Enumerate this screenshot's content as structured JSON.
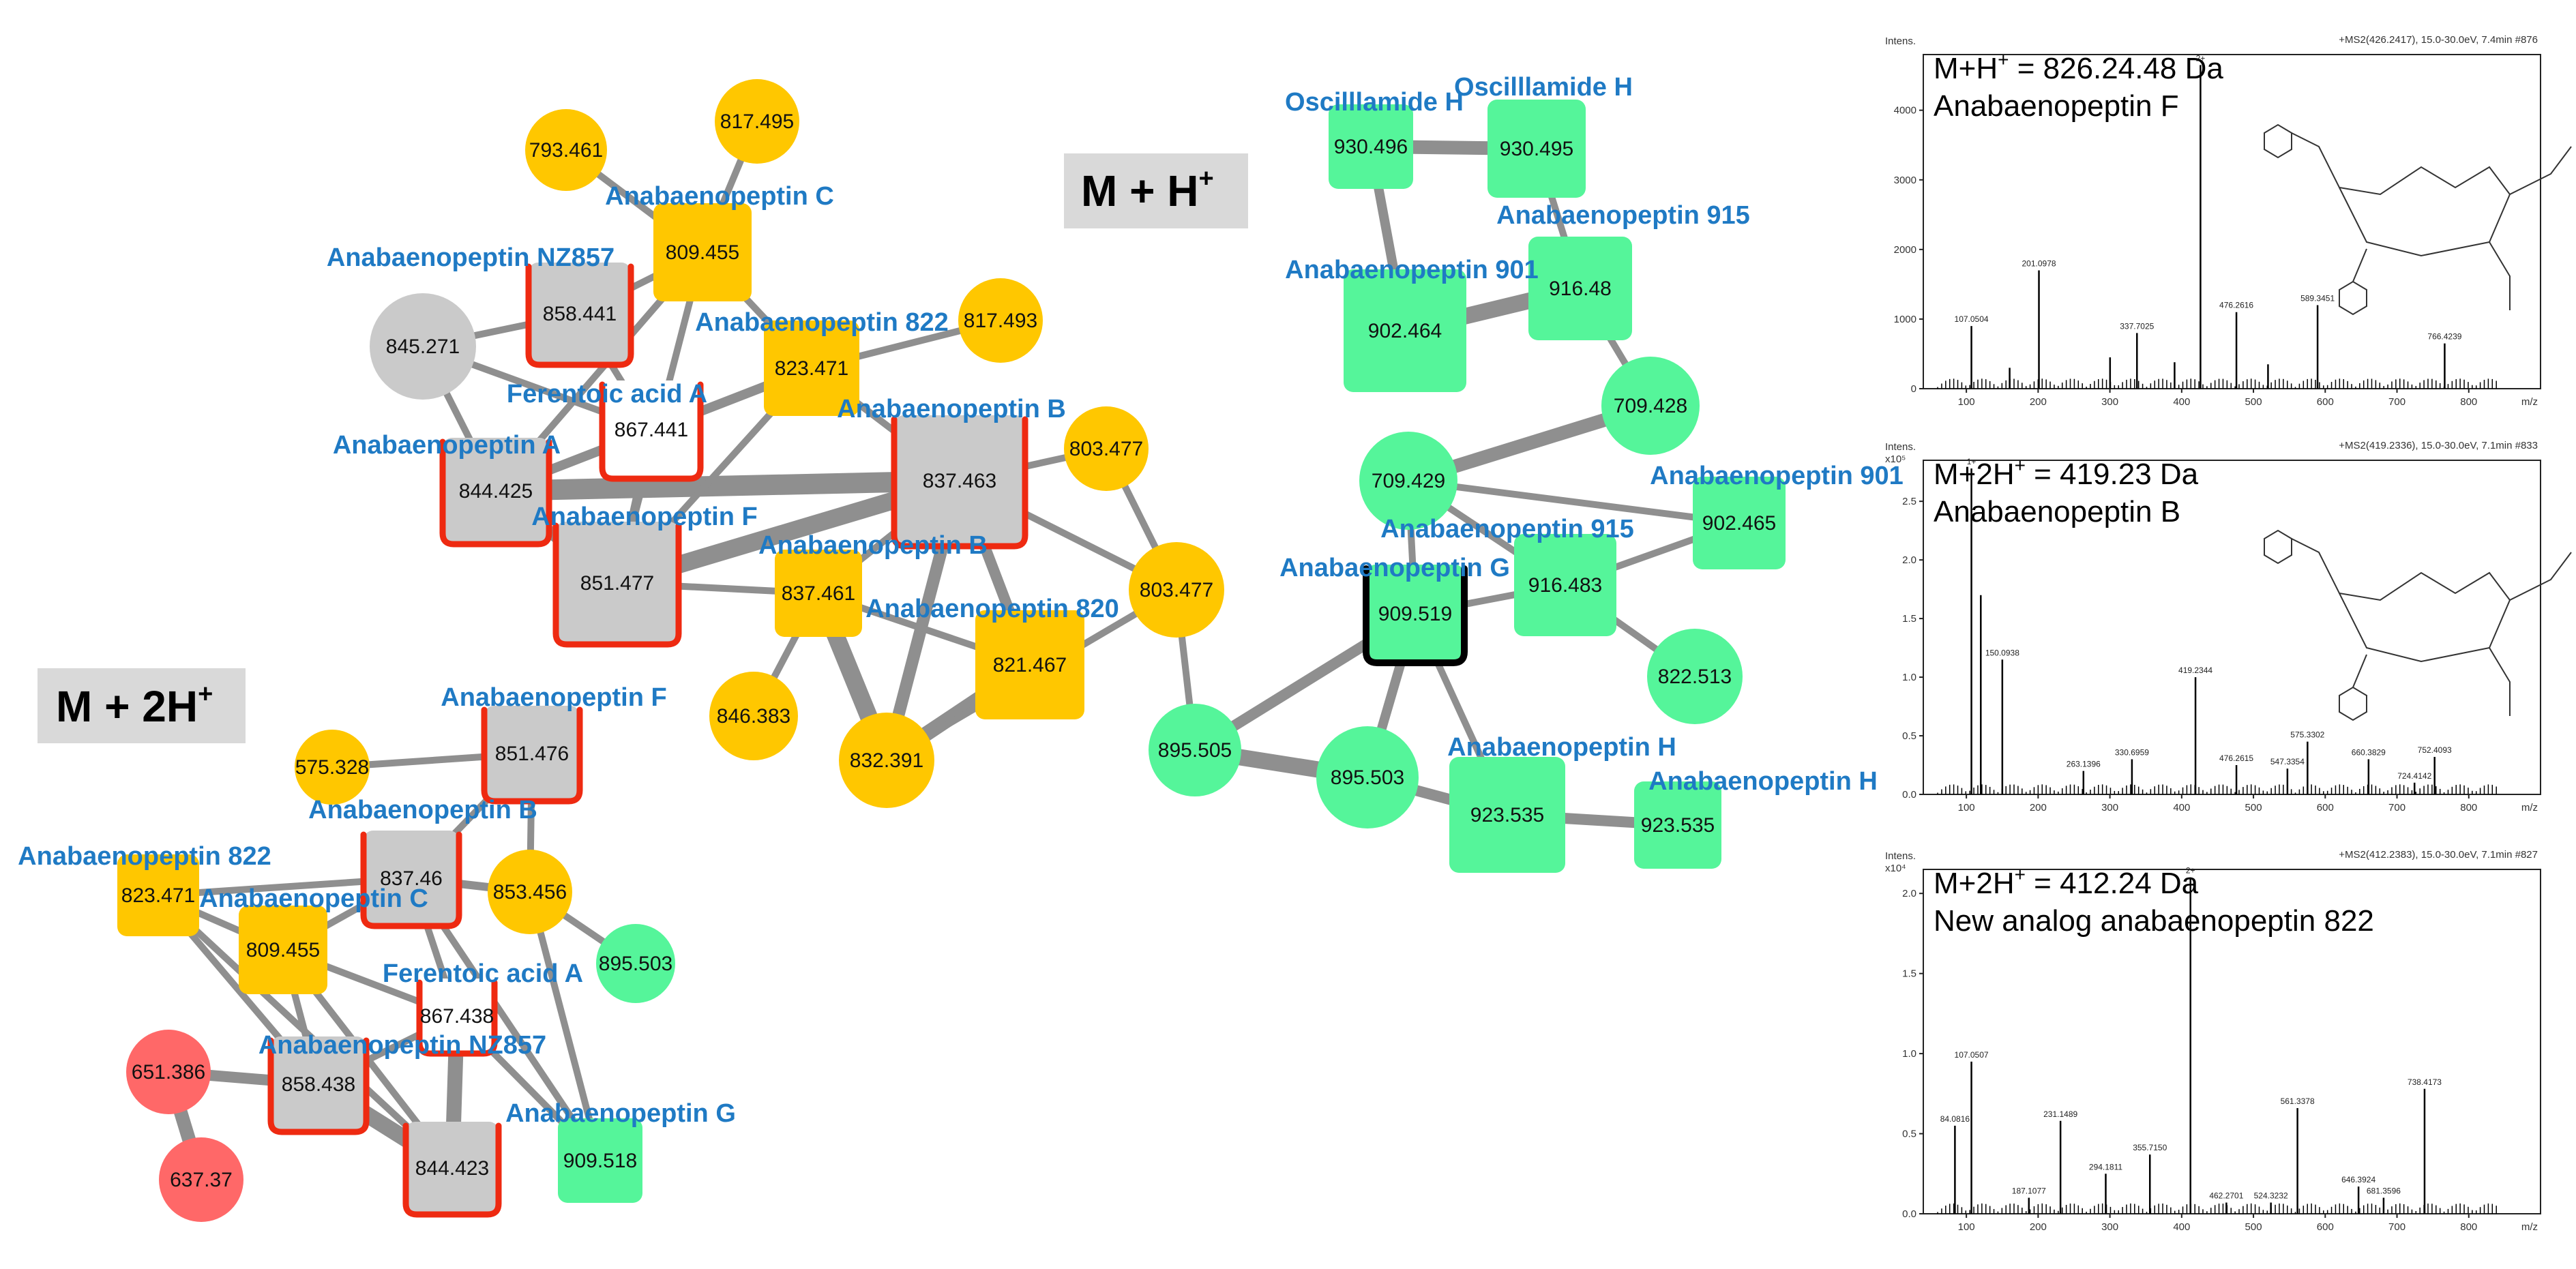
{
  "colors": {
    "gold": "#ffc700",
    "grey": "#cacaca",
    "green": "#55f59a",
    "red": "#ff6868",
    "redBorder": "#ee2a11",
    "blackBorder": "#000000",
    "edge": "#8f8f8f",
    "label": "#1f7ac4"
  },
  "annotations": {
    "mh": {
      "pre": "M + H",
      "sup": "+"
    },
    "m2h": {
      "pre": "M + 2H",
      "sup": "+"
    }
  },
  "network": {
    "nodes": [
      {
        "id": "a1",
        "value": "793.461",
        "shape": "circle",
        "color": "gold"
      },
      {
        "id": "a2",
        "value": "817.495",
        "shape": "circle",
        "color": "gold"
      },
      {
        "id": "a3",
        "value": "809.455",
        "label": "Anabaenopeptin C",
        "shape": "square",
        "color": "gold"
      },
      {
        "id": "a4",
        "value": "858.441",
        "label": "Anabaenopeptin  NZ857",
        "shape": "square",
        "color": "grey",
        "border": "red"
      },
      {
        "id": "a5",
        "value": "845.271",
        "shape": "circle",
        "color": "grey"
      },
      {
        "id": "a6",
        "value": "823.471",
        "label": "Anabaenopeptin 822",
        "shape": "square",
        "color": "gold"
      },
      {
        "id": "a7",
        "value": "817.493",
        "shape": "circle",
        "color": "gold"
      },
      {
        "id": "a8",
        "value": "867.441",
        "label": "Ferentoic  acid A",
        "shape": "square",
        "color": "white",
        "border": "red"
      },
      {
        "id": "a9",
        "value": "844.425",
        "label": "Anabaenopeptin A",
        "shape": "square",
        "color": "grey",
        "border": "red"
      },
      {
        "id": "a10",
        "value": "837.463",
        "label": "Anabaenopeptin B",
        "shape": "square",
        "color": "grey",
        "border": "red"
      },
      {
        "id": "a11",
        "value": "803.477",
        "shape": "circle",
        "color": "gold"
      },
      {
        "id": "a12",
        "value": "851.477",
        "label": "Anabaenopeptin F",
        "shape": "square",
        "color": "grey",
        "border": "red"
      },
      {
        "id": "a13",
        "value": "837.461",
        "label": "Anabaenopeptin B",
        "shape": "square",
        "color": "gold"
      },
      {
        "id": "a14",
        "value": "803.477",
        "shape": "circle",
        "color": "gold"
      },
      {
        "id": "a15",
        "value": "821.467",
        "label": "Anabaenopeptin 820",
        "shape": "square",
        "color": "gold"
      },
      {
        "id": "a16",
        "value": "846.383",
        "shape": "circle",
        "color": "gold"
      },
      {
        "id": "a17",
        "value": "832.391",
        "shape": "circle",
        "color": "gold"
      },
      {
        "id": "g1",
        "value": "930.496",
        "label": "Oscilllamide H",
        "shape": "square",
        "color": "green"
      },
      {
        "id": "g2",
        "value": "930.495",
        "label": "Oscilllamide H",
        "shape": "square",
        "color": "green"
      },
      {
        "id": "g3",
        "value": "902.464",
        "label": "Anabaenopeptin 901",
        "shape": "square",
        "color": "green"
      },
      {
        "id": "g4",
        "value": "916.48",
        "label": "Anabaenopeptin 915",
        "shape": "square",
        "color": "green"
      },
      {
        "id": "g5",
        "value": "709.428",
        "shape": "circle",
        "color": "green"
      },
      {
        "id": "g6",
        "value": "709.429",
        "shape": "circle",
        "color": "green"
      },
      {
        "id": "g7",
        "value": "902.465",
        "label": "Anabaenopeptin 901",
        "shape": "square",
        "color": "green"
      },
      {
        "id": "g8",
        "value": "916.483",
        "label": "Anabaenopeptin 915",
        "shape": "square",
        "color": "green"
      },
      {
        "id": "g9",
        "value": "909.519",
        "label": "Anabaenopeptin G",
        "shape": "square",
        "color": "green",
        "border": "black"
      },
      {
        "id": "g10",
        "value": "822.513",
        "shape": "circle",
        "color": "green"
      },
      {
        "id": "g11",
        "value": "895.505",
        "shape": "circle",
        "color": "green"
      },
      {
        "id": "g12",
        "value": "895.503",
        "shape": "circle",
        "color": "green"
      },
      {
        "id": "g13",
        "value": "923.535",
        "label": "Anabaenopeptin H",
        "shape": "square",
        "color": "green"
      },
      {
        "id": "g14",
        "value": "923.535",
        "label": "Anabaenopeptin H",
        "shape": "square",
        "color": "green"
      },
      {
        "id": "b1",
        "value": "575.328",
        "shape": "circle",
        "color": "gold"
      },
      {
        "id": "b2",
        "value": "851.476",
        "label": "Anabaenopeptin F",
        "shape": "square",
        "color": "grey",
        "border": "red"
      },
      {
        "id": "b3",
        "value": "837.46",
        "label": "Anabaenopeptin B",
        "shape": "square",
        "color": "grey",
        "border": "red"
      },
      {
        "id": "b4",
        "value": "853.456",
        "shape": "circle",
        "color": "gold"
      },
      {
        "id": "b5",
        "value": "823.471",
        "label": "Anabaenopeptin 822",
        "shape": "square",
        "color": "gold"
      },
      {
        "id": "b6",
        "value": "809.455",
        "label": "Anabaenopeptin C",
        "shape": "square",
        "color": "gold"
      },
      {
        "id": "b7",
        "value": "895.503",
        "shape": "circle",
        "color": "green"
      },
      {
        "id": "b8",
        "value": "867.438",
        "label": "Ferentoic acid A",
        "shape": "square",
        "color": "white",
        "border": "red"
      },
      {
        "id": "b9",
        "value": "651.386",
        "shape": "circle",
        "color": "red"
      },
      {
        "id": "b10",
        "value": "858.438",
        "label": "Anabaenopeptin NZ857",
        "shape": "square",
        "color": "grey",
        "border": "red"
      },
      {
        "id": "b11",
        "value": "844.423",
        "shape": "square",
        "color": "grey",
        "border": "red"
      },
      {
        "id": "b12",
        "value": "637.37",
        "shape": "circle",
        "color": "red"
      },
      {
        "id": "b13",
        "value": "909.518",
        "label": "Anabaenopeptin G",
        "shape": "square",
        "color": "green"
      }
    ],
    "edges": [
      [
        "a1",
        "a3"
      ],
      [
        "a2",
        "a3"
      ],
      [
        "a3",
        "a4"
      ],
      [
        "a3",
        "a6"
      ],
      [
        "a3",
        "a9"
      ],
      [
        "a3",
        "a12"
      ],
      [
        "a4",
        "a5"
      ],
      [
        "a4",
        "a8"
      ],
      [
        "a5",
        "a9"
      ],
      [
        "a5",
        "a8"
      ],
      [
        "a6",
        "a7"
      ],
      [
        "a6",
        "a10"
      ],
      [
        "a6",
        "a9"
      ],
      [
        "a8",
        "a9"
      ],
      [
        "a8",
        "a12"
      ],
      [
        "a9",
        "a12"
      ],
      [
        "a9",
        "a10"
      ],
      [
        "a10",
        "a12"
      ],
      [
        "a10",
        "a13"
      ],
      [
        "a10",
        "a15"
      ],
      [
        "a10",
        "a17"
      ],
      [
        "a10",
        "a11"
      ],
      [
        "a10",
        "a14"
      ],
      [
        "a13",
        "a16"
      ],
      [
        "a13",
        "a17"
      ],
      [
        "a13",
        "a15"
      ],
      [
        "a15",
        "a17"
      ],
      [
        "a14",
        "a17"
      ],
      [
        "a11",
        "a14"
      ],
      [
        "a14",
        "g11"
      ],
      [
        "a13",
        "a12"
      ],
      [
        "a6",
        "a12"
      ],
      [
        "g1",
        "g2"
      ],
      [
        "g1",
        "g3"
      ],
      [
        "g2",
        "g4"
      ],
      [
        "g3",
        "g4"
      ],
      [
        "g4",
        "g5"
      ],
      [
        "g5",
        "g6"
      ],
      [
        "g6",
        "g7"
      ],
      [
        "g6",
        "g8"
      ],
      [
        "g6",
        "g9"
      ],
      [
        "g7",
        "g8"
      ],
      [
        "g8",
        "g10"
      ],
      [
        "g9",
        "g11"
      ],
      [
        "g9",
        "g12"
      ],
      [
        "g9",
        "g13"
      ],
      [
        "g11",
        "g12"
      ],
      [
        "g12",
        "g13"
      ],
      [
        "g13",
        "g14"
      ],
      [
        "g8",
        "g9"
      ],
      [
        "b1",
        "b2"
      ],
      [
        "b2",
        "b3"
      ],
      [
        "b2",
        "b4"
      ],
      [
        "b3",
        "b5"
      ],
      [
        "b3",
        "b6"
      ],
      [
        "b3",
        "b4"
      ],
      [
        "b3",
        "b8"
      ],
      [
        "b4",
        "b7"
      ],
      [
        "b4",
        "b13"
      ],
      [
        "b5",
        "b6"
      ],
      [
        "b5",
        "b10"
      ],
      [
        "b5",
        "b11"
      ],
      [
        "b6",
        "b8"
      ],
      [
        "b6",
        "b10"
      ],
      [
        "b6",
        "b11"
      ],
      [
        "b8",
        "b11"
      ],
      [
        "b8",
        "b10"
      ],
      [
        "b9",
        "b10"
      ],
      [
        "b9",
        "b12"
      ],
      [
        "b10",
        "b11"
      ],
      [
        "b8",
        "b13"
      ],
      [
        "b3",
        "b13"
      ]
    ]
  },
  "spectra": [
    {
      "formula": {
        "pre": "M+H",
        "sup": "+",
        "post": " = 826.24.48 Da"
      },
      "name": "Anabaenopeptin F",
      "header": "+MS2(426.2417), 15.0-30.0eV, 7.4min #876",
      "intensLabel": "Intens.",
      "yticks": [
        "0",
        "1000",
        "2000",
        "3000",
        "4000"
      ],
      "ymax": 4800,
      "xticks": [
        "100",
        "200",
        "300",
        "400",
        "500",
        "600",
        "700",
        "800"
      ],
      "xunit": "m/z",
      "peaks": [
        [
          107.05,
          900,
          "107.0504"
        ],
        [
          201.1,
          1700,
          "201.0978"
        ],
        [
          337.7,
          800,
          "337.7025"
        ],
        [
          426.2,
          4650,
          "2+"
        ],
        [
          476.26,
          1100,
          "476.2616"
        ],
        [
          589.35,
          1200,
          "589.3451"
        ],
        [
          766.42,
          650,
          "766.4239"
        ],
        [
          300.2,
          450,
          ""
        ],
        [
          390.1,
          380,
          ""
        ],
        [
          520.3,
          350,
          ""
        ],
        [
          160.3,
          300,
          ""
        ]
      ]
    },
    {
      "formula": {
        "pre": "M+2H",
        "sup": "+",
        "post": " = 419.23 Da"
      },
      "name": "Anabaenopeptin B",
      "header": "+MS2(419.2336), 15.0-30.0eV, 7.1min #833",
      "intensLabel": "Intens.",
      "yexp": "x10⁵",
      "yticks": [
        "0.0",
        "0.5",
        "1.0",
        "1.5",
        "2.0",
        "2.5"
      ],
      "ymax": 2.85,
      "xticks": [
        "100",
        "200",
        "300",
        "400",
        "500",
        "600",
        "700",
        "800"
      ],
      "xunit": "m/z",
      "peaks": [
        [
          107.05,
          2.78,
          "1+"
        ],
        [
          120.1,
          1.7,
          ""
        ],
        [
          150.09,
          1.15,
          "150.0938"
        ],
        [
          263.14,
          0.2,
          "263.1396"
        ],
        [
          330.7,
          0.3,
          "330.6959"
        ],
        [
          419.23,
          1.0,
          "419.2344"
        ],
        [
          476.26,
          0.25,
          "476.2615"
        ],
        [
          547.34,
          0.22,
          "547.3354"
        ],
        [
          575.33,
          0.45,
          "575.3302"
        ],
        [
          660.38,
          0.3,
          "660.3829"
        ],
        [
          724.41,
          0.1,
          "724.4142"
        ],
        [
          752.41,
          0.32,
          "752.4093"
        ]
      ]
    },
    {
      "formula": {
        "pre": "M+2H",
        "sup": "+",
        "post": " = 412.24 Da"
      },
      "name": "New analog anabaenopeptin  822",
      "header": "+MS2(412.2383), 15.0-30.0eV, 7.1min #827",
      "intensLabel": "Intens.",
      "yexp": "x10⁴",
      "yticks": [
        "0.0",
        "0.5",
        "1.0",
        "1.5",
        "2.0"
      ],
      "ymax": 2.15,
      "xticks": [
        "100",
        "200",
        "300",
        "400",
        "500",
        "600",
        "700",
        "800"
      ],
      "xunit": "m/z",
      "peaks": [
        [
          84.08,
          0.55,
          "84.0816"
        ],
        [
          107.05,
          0.95,
          "107.0507"
        ],
        [
          187.1,
          0.1,
          "187.1077"
        ],
        [
          231.15,
          0.58,
          "231.1489"
        ],
        [
          294.18,
          0.25,
          "294.1811"
        ],
        [
          355.72,
          0.37,
          "355.7150"
        ],
        [
          412.24,
          2.1,
          "2+"
        ],
        [
          462.27,
          0.07,
          "462.2701"
        ],
        [
          524.32,
          0.07,
          "524.3232"
        ],
        [
          561.34,
          0.66,
          "561.3378"
        ],
        [
          646.39,
          0.17,
          "646.3924"
        ],
        [
          681.36,
          0.1,
          "681.3596"
        ],
        [
          738.42,
          0.78,
          "738.4173"
        ]
      ]
    }
  ]
}
